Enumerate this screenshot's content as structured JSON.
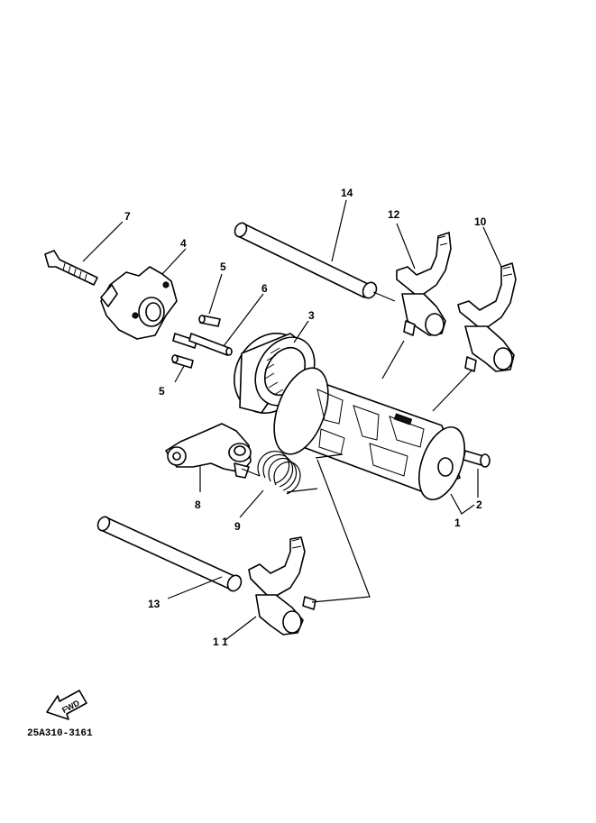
{
  "callouts": {
    "c1": "1",
    "c2": "2",
    "c3": "3",
    "c4": "4",
    "c5a": "5",
    "c5b": "5",
    "c6": "6",
    "c7": "7",
    "c8": "8",
    "c9": "9",
    "c10": "10",
    "c11": "1 1",
    "c12": "12",
    "c13": "13",
    "c14": "14"
  },
  "fwd_label": "FWD",
  "diagram_code": "25A310-3161"
}
